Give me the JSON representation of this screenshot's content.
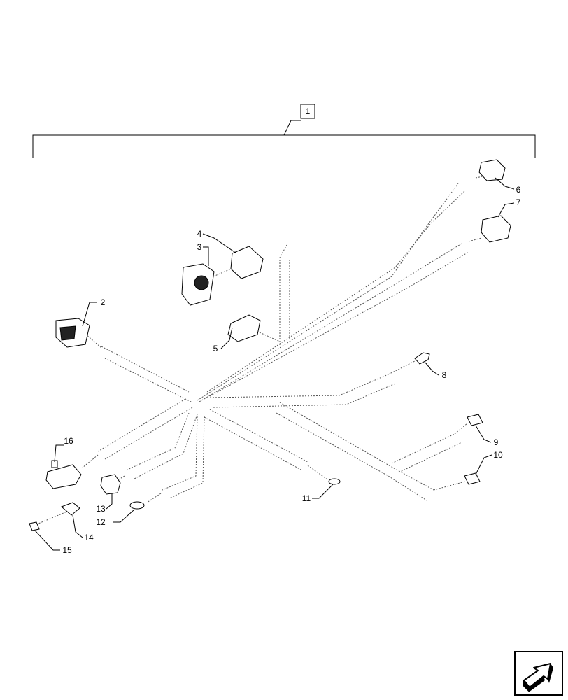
{
  "assembly_callout": "1",
  "callouts": [
    "2",
    "3",
    "4",
    "5",
    "6",
    "7",
    "8",
    "9",
    "10",
    "11",
    "12",
    "13",
    "14",
    "15",
    "16"
  ],
  "icons": {
    "next_page": "arrow-next-icon"
  }
}
